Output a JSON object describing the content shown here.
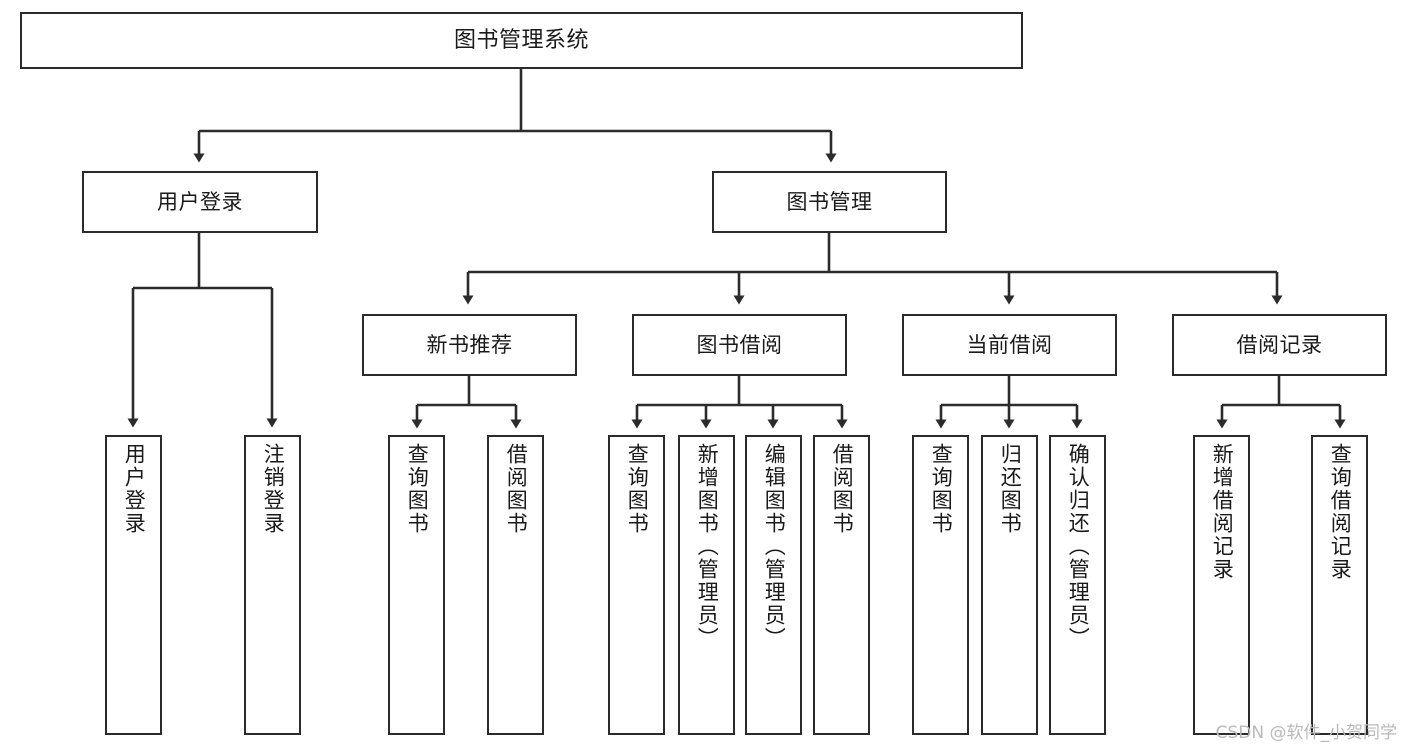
{
  "diagram": {
    "title": "图书管理系统",
    "watermark": "CSDN @软件_小贺同学",
    "colors": {
      "stroke": "#2b2b2b",
      "fill": "#ffffff",
      "text": "#1a1a1a",
      "watermark": "#b9b9b9"
    },
    "levels": {
      "root": {
        "label": "图书管理系统"
      },
      "level2": [
        {
          "label": "用户登录"
        },
        {
          "label": "图书管理"
        }
      ],
      "level3": [
        {
          "label": "新书推荐"
        },
        {
          "label": "图书借阅"
        },
        {
          "label": "当前借阅"
        },
        {
          "label": "借阅记录"
        }
      ],
      "leaves": {
        "user_login": [
          {
            "label": "用户登录"
          },
          {
            "label": "注销登录"
          }
        ],
        "new_book_recommend": [
          {
            "label": "查询图书"
          },
          {
            "label": "借阅图书"
          }
        ],
        "book_borrow": [
          {
            "label": "查询图书"
          },
          {
            "label": "新增图书（管理员）"
          },
          {
            "label": "编辑图书（管理员）"
          },
          {
            "label": "借阅图书"
          }
        ],
        "current_borrow": [
          {
            "label": "查询图书"
          },
          {
            "label": "归还图书"
          },
          {
            "label": "确认归还（管理员）"
          }
        ],
        "borrow_records": [
          {
            "label": "新增借阅记录"
          },
          {
            "label": "查询借阅记录"
          }
        ]
      }
    }
  }
}
